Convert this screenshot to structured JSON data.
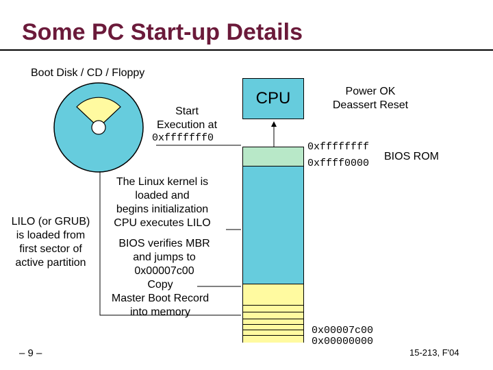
{
  "title": "Some PC Start-up Details",
  "boot_label": "Boot Disk / CD / Floppy",
  "start_exec": [
    "Start",
    "Execution at"
  ],
  "start_addr": "0xfffffff0",
  "cpu": "CPU",
  "power": [
    "Power OK",
    "Deassert Reset"
  ],
  "addr_top": "0xffffffff",
  "addr_rom_low": "0xffff0000",
  "bios_rom": "BIOS ROM",
  "lilo": [
    "LILO (or GRUB)",
    "is loaded from",
    "first sector of",
    "active partition"
  ],
  "linux": [
    "The Linux kernel is",
    "loaded and",
    "begins initialization"
  ],
  "cpu_exec_lilo": "CPU executes LILO",
  "bios_verifies": [
    "BIOS verifies MBR",
    "and jumps to",
    "0x00007c00"
  ],
  "copy": [
    "Copy",
    "Master Boot Record",
    "into memory"
  ],
  "addr_7c00": "0x00007c00",
  "addr_zero": "0x00000000",
  "page_num": "– 9 –",
  "course": "15-213, F'04",
  "colors": {
    "title": "#6b1a3a",
    "cyan": "#66ccdd",
    "rom": "#b8e8c8",
    "mbr": "#fffaa0"
  }
}
